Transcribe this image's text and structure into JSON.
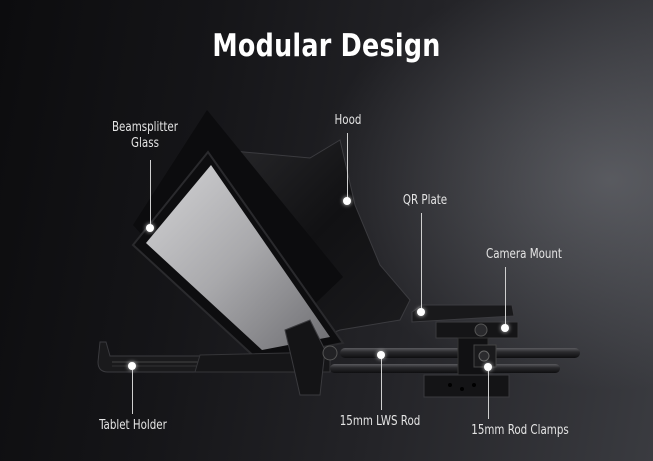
{
  "title": "Modular Design",
  "callouts": [
    {
      "id": "beamsplitter",
      "label_line1": "Beamsplitter",
      "label_line2": "Glass"
    },
    {
      "id": "hood",
      "label": "Hood"
    },
    {
      "id": "qr-plate",
      "label": "QR Plate"
    },
    {
      "id": "camera-mount",
      "label": "Camera Mount"
    },
    {
      "id": "tablet-holder",
      "label": "Tablet Holder"
    },
    {
      "id": "lws-rod",
      "label": "15mm LWS Rod"
    },
    {
      "id": "rod-clamps",
      "label": "15mm Rod Clamps"
    }
  ],
  "colors": {
    "background_dark": "#0c0c0e",
    "background_light": "#3a3b40",
    "text": "#ffffff",
    "callout_line": "#cfcfcf"
  }
}
